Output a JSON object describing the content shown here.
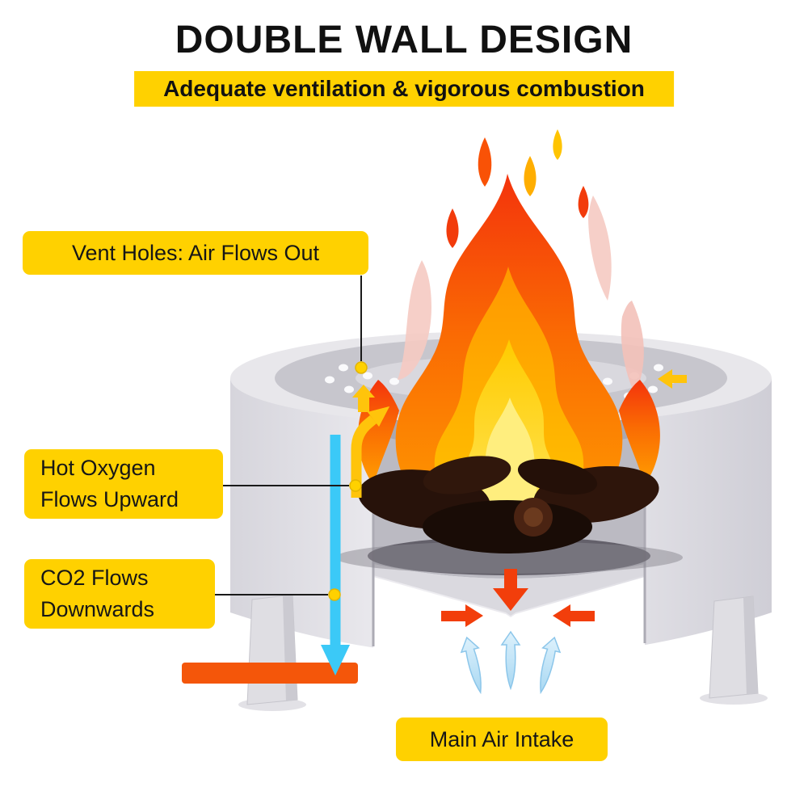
{
  "header": {
    "title": "DOUBLE WALL DESIGN",
    "subtitle": "Adequate ventilation & vigorous combustion"
  },
  "callouts": {
    "vent_holes": {
      "text": "Vent Holes: Air Flows Out"
    },
    "hot_oxygen": {
      "line1": "Hot Oxygen",
      "line2": "Flows Upward"
    },
    "co2": {
      "line1": "CO2 Flows",
      "line2": "Downwards"
    },
    "main_air_intake": {
      "text": "Main Air Intake"
    }
  },
  "diagram": {
    "subject": "Cutaway illustration of a double-wall fire pit with flame, logs and airflow arrows",
    "icons": {
      "flame-icon": "large cartoon fire with sparks",
      "logs-icon": "dark firewood pile",
      "fire-pit-body-icon": "gray double-wall cylinder with cutaway",
      "vent-holes-icon": "small white holes on inner rim",
      "co2-down-arrow-icon": "cyan arrow flowing downward",
      "hot-oxygen-up-arrow-icon": "yellow elbow arrow flowing upward",
      "vent-flow-arrow-icon": "small yellow arrows at rim holes",
      "intake-red-arrows-icon": "red arrows at chamber floor",
      "main-intake-arrows-icon": "light blue arrows rising into base",
      "exhaust-duct-icon": "orange duct bar at bottom left"
    },
    "colors": {
      "accent_yellow": "#FFD100",
      "flame_orange": "#FA6B03",
      "flame_yellow": "#FFD21F",
      "co2_arrow_blue": "#3BC9F7",
      "intake_arrow_red": "#F23E0B",
      "duct_orange": "#F4560A",
      "body_gray": "#E4E3E8",
      "text_black": "#111111"
    }
  }
}
